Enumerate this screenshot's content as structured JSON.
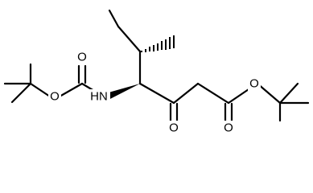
{
  "molecule": {
    "atom_labels": {
      "boc_ester_oxygen": "O",
      "boc_carbonyl_oxygen": "O",
      "amide_nitrogen": "HN",
      "ketone_oxygen": "O",
      "tbu_ester_oxygen": "O",
      "ester_carbonyl_oxygen": "O"
    },
    "stereo": {
      "c4_to_methyl": "hashed-wedge",
      "c3_to_nitrogen": "solid-wedge"
    }
  }
}
